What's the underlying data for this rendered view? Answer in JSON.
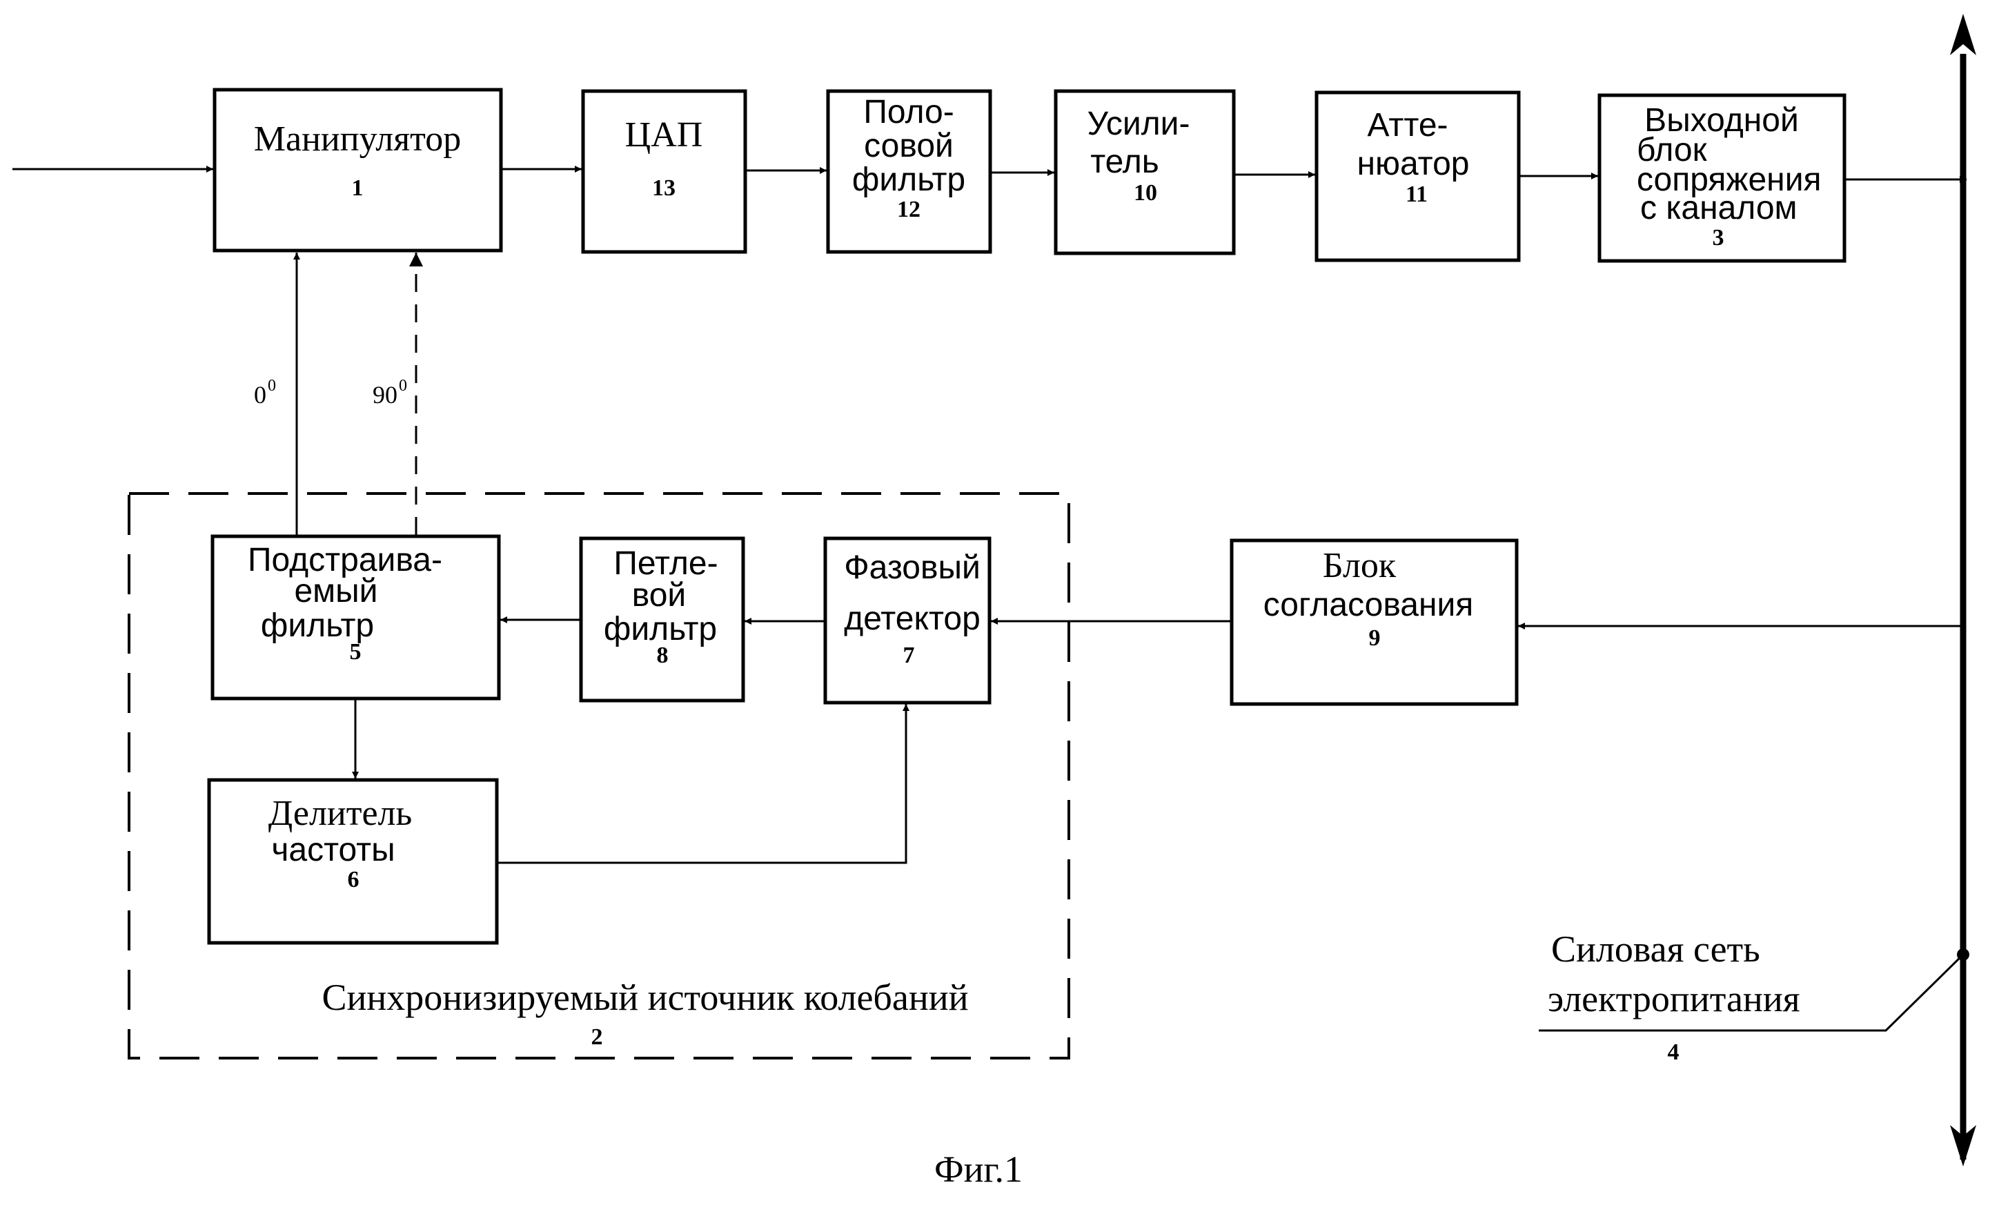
{
  "blocks": {
    "manipulator": {
      "lines": [
        "Манипулятор"
      ],
      "number": "1"
    },
    "dac": {
      "lines": [
        "ЦАП"
      ],
      "number": "13"
    },
    "bandpass": {
      "lines": [
        "Поло-",
        "совой",
        "фильтр"
      ],
      "number": "12"
    },
    "amplifier": {
      "lines": [
        "Усили-",
        "тель"
      ],
      "number": "10"
    },
    "attenuator": {
      "lines": [
        "Атте-",
        "нюатор"
      ],
      "number": "11"
    },
    "output_interface": {
      "lines": [
        "Выходной",
        "блок",
        "сопряжения",
        "с каналом"
      ],
      "number": "3"
    },
    "tunable_filter": {
      "lines": [
        "Подстраива-",
        "емый",
        "фильтр"
      ],
      "number": "5"
    },
    "loop_filter": {
      "lines": [
        "Петле-",
        "вой",
        "фильтр"
      ],
      "number": "8"
    },
    "phase_detector": {
      "lines": [
        "Фазовый",
        "детектор"
      ],
      "number": "7"
    },
    "matching": {
      "lines": [
        "Блок",
        "согласования"
      ],
      "number": "9"
    },
    "divider": {
      "lines": [
        "Делитель",
        "частоты"
      ],
      "number": "6"
    }
  },
  "group": {
    "label": "Синхронизируемый источник колебаний",
    "number": "2"
  },
  "phases": {
    "p0": {
      "value": "0",
      "sup": "0"
    },
    "p90": {
      "value": "90",
      "sup": "0"
    }
  },
  "power_line": {
    "lines": [
      "Силовая сеть",
      "электропитания"
    ],
    "number": "4"
  },
  "caption": "Фиг.1"
}
